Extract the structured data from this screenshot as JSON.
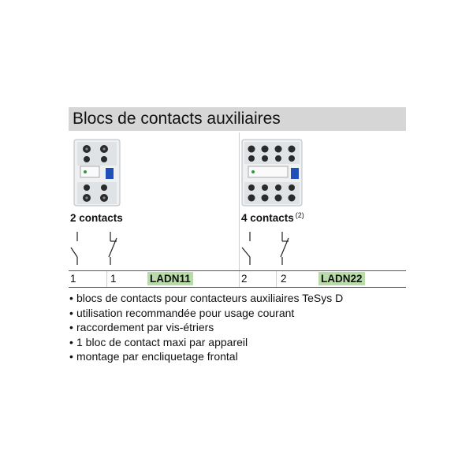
{
  "section": {
    "title": "Blocs de contacts auxiliaires"
  },
  "products": [
    {
      "contacts_label": "2 contacts",
      "note": "",
      "values": [
        "1",
        "1"
      ],
      "reference": "LADN11"
    },
    {
      "contacts_label": "4 contacts",
      "note": "(2)",
      "values": [
        "2",
        "2"
      ],
      "reference": "LADN22"
    }
  ],
  "features": [
    "blocs de contacts pour contacteurs auxiliaires TeSys D",
    "utilisation recommandée pour usage courant",
    "raccordement par vis-étriers",
    "1 bloc de contact maxi par appareil",
    "montage par encliquetage frontal"
  ],
  "colors": {
    "header_bg": "#d6d6d6",
    "reference_bg": "#b8dca8",
    "terminal_blue": "#1f4fb8",
    "logo_green": "#2e9a3a"
  },
  "icons": {
    "no_contact": "normally-open-contact-icon",
    "nc_contact": "normally-closed-contact-icon"
  }
}
